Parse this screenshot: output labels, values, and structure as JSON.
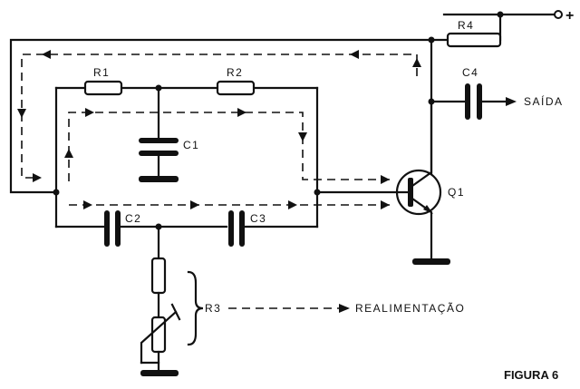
{
  "labels": {
    "r1": "R1",
    "r2": "R2",
    "r3": "R3",
    "r4": "R4",
    "c1": "C1",
    "c2": "C2",
    "c3": "C3",
    "c4": "C4",
    "q1": "Q1",
    "supply": "+",
    "output": "SAÍDA",
    "feedback": "REALIMENTAÇÃO",
    "figure": "FIGURA 6"
  }
}
